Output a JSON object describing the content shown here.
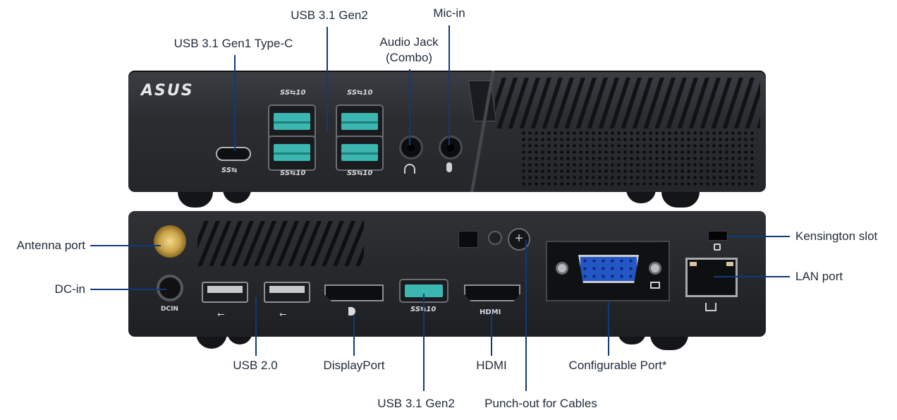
{
  "brand": "ASUS",
  "labels": {
    "usb31_gen1_typec": "USB 3.1 Gen1 Type-C",
    "usb31_gen2_top": "USB 3.1 Gen2",
    "audio_jack": "Audio Jack",
    "audio_jack_sub": "(Combo)",
    "mic_in": "Mic-in",
    "antenna_port": "Antenna port",
    "dc_in": "DC-in",
    "kensington_slot": "Kensington slot",
    "lan_port": "LAN port",
    "usb20": "USB 2.0",
    "displayport": "DisplayPort",
    "hdmi": "HDMI",
    "configurable_port": "Configurable Port*",
    "usb31_gen2_bottom": "USB 3.1 Gen2",
    "punch_out": "Punch-out for Cables"
  },
  "port_marks": {
    "ss10": "SS⇆10",
    "ss": "SS⇆",
    "hdmi": "HDMI",
    "dcin": "DCIN"
  },
  "colors": {
    "leader_line": "#0f3b78",
    "usb_teal": "#3bb6b0",
    "chassis": "#2b2d31"
  }
}
